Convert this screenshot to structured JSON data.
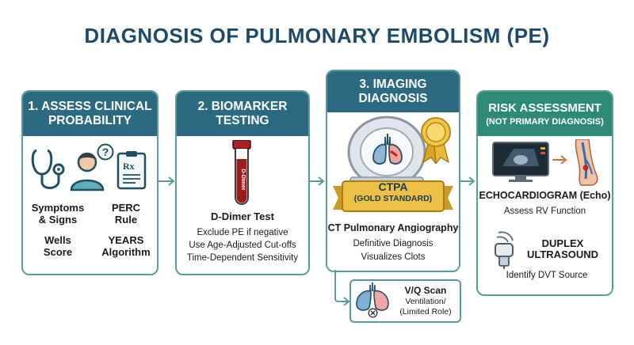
{
  "title": "DIAGNOSIS OF PULMONARY EMBOLISM (PE)",
  "step1": {
    "head_line1": "1. ASSESS CLINICAL",
    "head_line2": "PROBABILITY",
    "symptoms_line1": "Symptoms",
    "symptoms_line2": "& Signs",
    "perc_line1": "PERC",
    "perc_line2": "Rule",
    "wells_line1": "Wells",
    "wells_line2": "Score",
    "years_line1": "YEARS",
    "years_line2": "Algorithm",
    "icons": [
      "stethoscope-icon",
      "patient-icon",
      "question-bubble-icon",
      "prescription-clipboard-icon"
    ]
  },
  "step2": {
    "head_line1": "2. BIOMARKER",
    "head_line2": "TESTING",
    "tube_label": "D-Dimer",
    "test_name": "D-Dimer Test",
    "line1": "Exclude PE if negative",
    "line2": "Use Age-Adjusted Cut-offs",
    "line3": "Time-Dependent Sensitivity",
    "icons": [
      "blood-tube-icon"
    ]
  },
  "step3": {
    "head_line1": "3. IMAGING",
    "head_line2": "DIAGNOSIS",
    "ribbon_line1": "CTPA",
    "ribbon_line2": "(GOLD STANDARD)",
    "name": "CT Pulmonary Angiography",
    "line1": "Definitive Diagnosis",
    "line2": "Visualizes Clots",
    "icons": [
      "ct-scanner-icon",
      "lungs-icon",
      "award-medal-icon"
    ]
  },
  "vq": {
    "name": "V/Q Scan",
    "line1": "Ventilation/",
    "line2": "(Limited Role)",
    "icons": [
      "lungs-icon",
      "cross-circle-icon"
    ]
  },
  "step4": {
    "head_line1": "RISK ASSESSMENT",
    "head_line2": "(NOT PRIMARY DIAGNOSIS)",
    "echo_name": "ECHOCARDIOGRAM (Echo)",
    "echo_desc": "Assess RV Function",
    "duplex_line1": "DUPLEX",
    "duplex_line2": "ULTRASOUND",
    "duplex_desc": "Identify DVT Source",
    "icons": [
      "echo-monitor-icon",
      "leg-vein-icon",
      "ultrasound-probe-icon"
    ]
  },
  "colors": {
    "title": "#1d4a6b",
    "header_blue": "#2c6a82",
    "header_green": "#2d8a77",
    "border": "#5a9b9e",
    "gold": "#e0b43a",
    "blood": "#9c1c1c"
  }
}
